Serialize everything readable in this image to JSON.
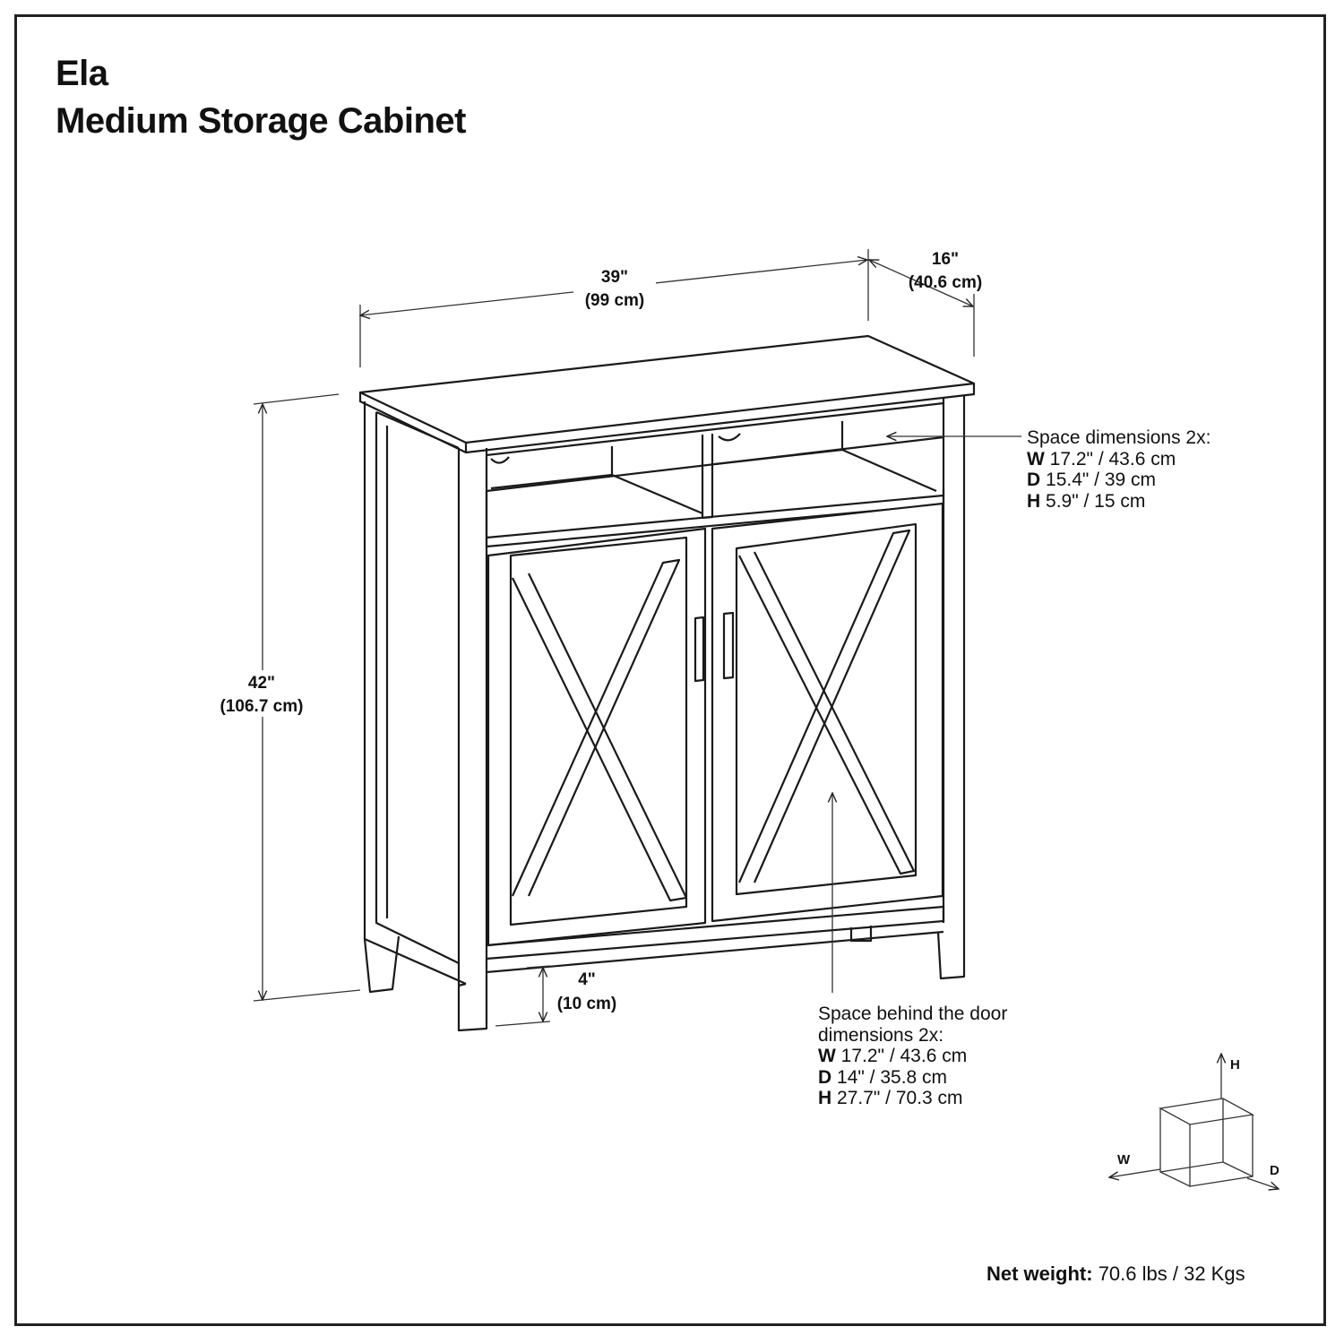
{
  "title": {
    "line1": "Ela",
    "line2": "Medium Storage Cabinet"
  },
  "dimensions": {
    "width": {
      "imperial": "39\"",
      "metric": "(99 cm)"
    },
    "depth": {
      "imperial": "16\"",
      "metric": "(40.6 cm)"
    },
    "height": {
      "imperial": "42\"",
      "metric": "(106.7 cm)"
    },
    "leg": {
      "imperial": "4\"",
      "metric": "(10 cm)"
    }
  },
  "space_top": {
    "heading": "Space dimensions 2x:",
    "w_label": "W",
    "w_value": "17.2\" / 43.6 cm",
    "d_label": "D",
    "d_value": "15.4\" / 39 cm",
    "h_label": "H",
    "h_value": "5.9\" / 15 cm"
  },
  "space_door": {
    "heading_line1": "Space behind the door",
    "heading_line2": "dimensions 2x:",
    "w_label": "W",
    "w_value": "17.2\" / 43.6 cm",
    "d_label": "D",
    "d_value": "14\" / 35.8 cm",
    "h_label": "H",
    "h_value": "27.7\" / 70.3 cm"
  },
  "weight": {
    "label": "Net weight:",
    "value": "70.6 lbs / 32 Kgs"
  },
  "axes": {
    "h": "H",
    "w": "W",
    "d": "D"
  }
}
